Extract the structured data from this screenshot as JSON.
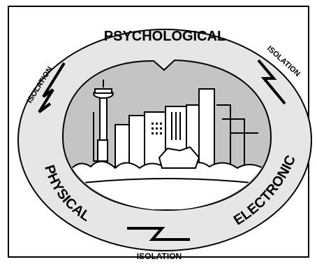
{
  "labels": {
    "psychological": "PSYCHOLOGICAL",
    "physical": "PHYSICAL",
    "electronic": "ELECTRONIC",
    "isolation_left": "ISOLATION",
    "isolation_right": "ISOLATION",
    "isolation_bottom": "ISOLATION"
  },
  "colors": {
    "background": "#ffffff",
    "outer_ring": "#e6e6e6",
    "inner_disc": "#c4c4c4",
    "buildings": "#ffffff",
    "outline": "#000000"
  }
}
